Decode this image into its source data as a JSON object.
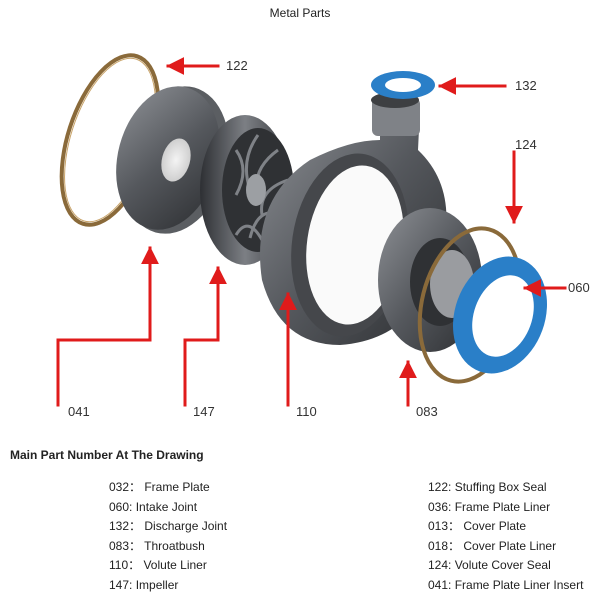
{
  "title": "Metal Parts",
  "callouts": {
    "c122": "122",
    "c132": "132",
    "c124": "124",
    "c060": "060",
    "c041": "041",
    "c147": "147",
    "c110": "110",
    "c083": "083"
  },
  "legend": {
    "heading": "Main Part Number At The Drawing",
    "left": [
      "032： Frame Plate",
      "060: Intake Joint",
      "132： Discharge Joint",
      "083： Throatbush",
      "110： Volute Liner",
      "147: Impeller"
    ],
    "right": [
      "122: Stuffing Box Seal",
      "036: Frame Plate Liner",
      "013： Cover Plate",
      "018： Cover Plate Liner",
      "124: Volute Cover Seal",
      "041: Frame Plate Liner Insert"
    ]
  },
  "colors": {
    "arrow": "#e01b1b",
    "seal_ring": "#8a6a3a",
    "blue_ring": "#2a7fc8",
    "metal_dark": "#3a3c40",
    "metal_mid": "#6a6d72",
    "metal_light": "#9a9ca0"
  }
}
